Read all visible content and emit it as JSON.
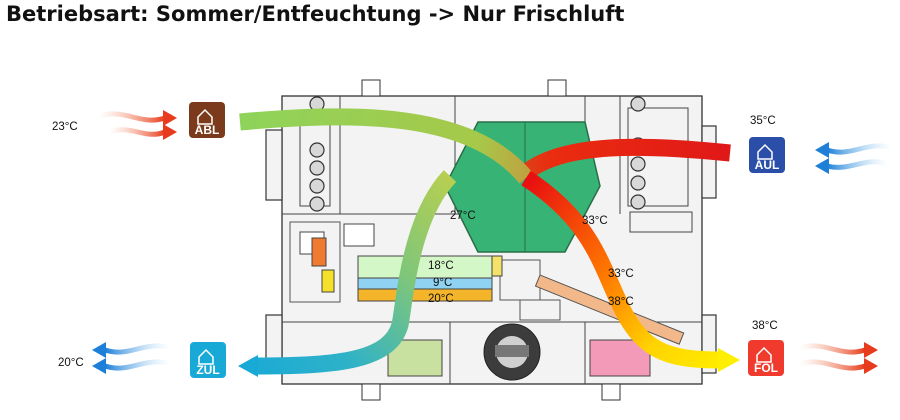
{
  "title": "Betriebsart: Sommer/Entfeuchtung -> Nur Frischluft",
  "badges": {
    "abl": {
      "label": "ABL",
      "color": "#7b3a1c"
    },
    "aul": {
      "label": "AUL",
      "color": "#2b4fa8"
    },
    "zul": {
      "label": "ZUL",
      "color": "#19a9d6"
    },
    "fol": {
      "label": "FOL",
      "color": "#f03a2e"
    }
  },
  "temperatures": {
    "abl": "23°C",
    "aul": "35°C",
    "zul": "20°C",
    "fol": "38°C",
    "exchanger_out_supply": "27°C",
    "exchanger_out_outdoor": "33°C",
    "coil_1": "18°C",
    "coil_2": "9°C",
    "coil_3": "20°C",
    "condenser_in": "33°C",
    "condenser_out": "38°C"
  },
  "colors": {
    "extract_air": "#8fd35a",
    "outdoor_air_hot": "#e81010",
    "supply_air": "#19a9d6",
    "exhaust_air": "#ffe600",
    "heat_exchanger": "#37b475",
    "arrow_warm": "#f04a28",
    "arrow_cool": "#2f8be0"
  }
}
